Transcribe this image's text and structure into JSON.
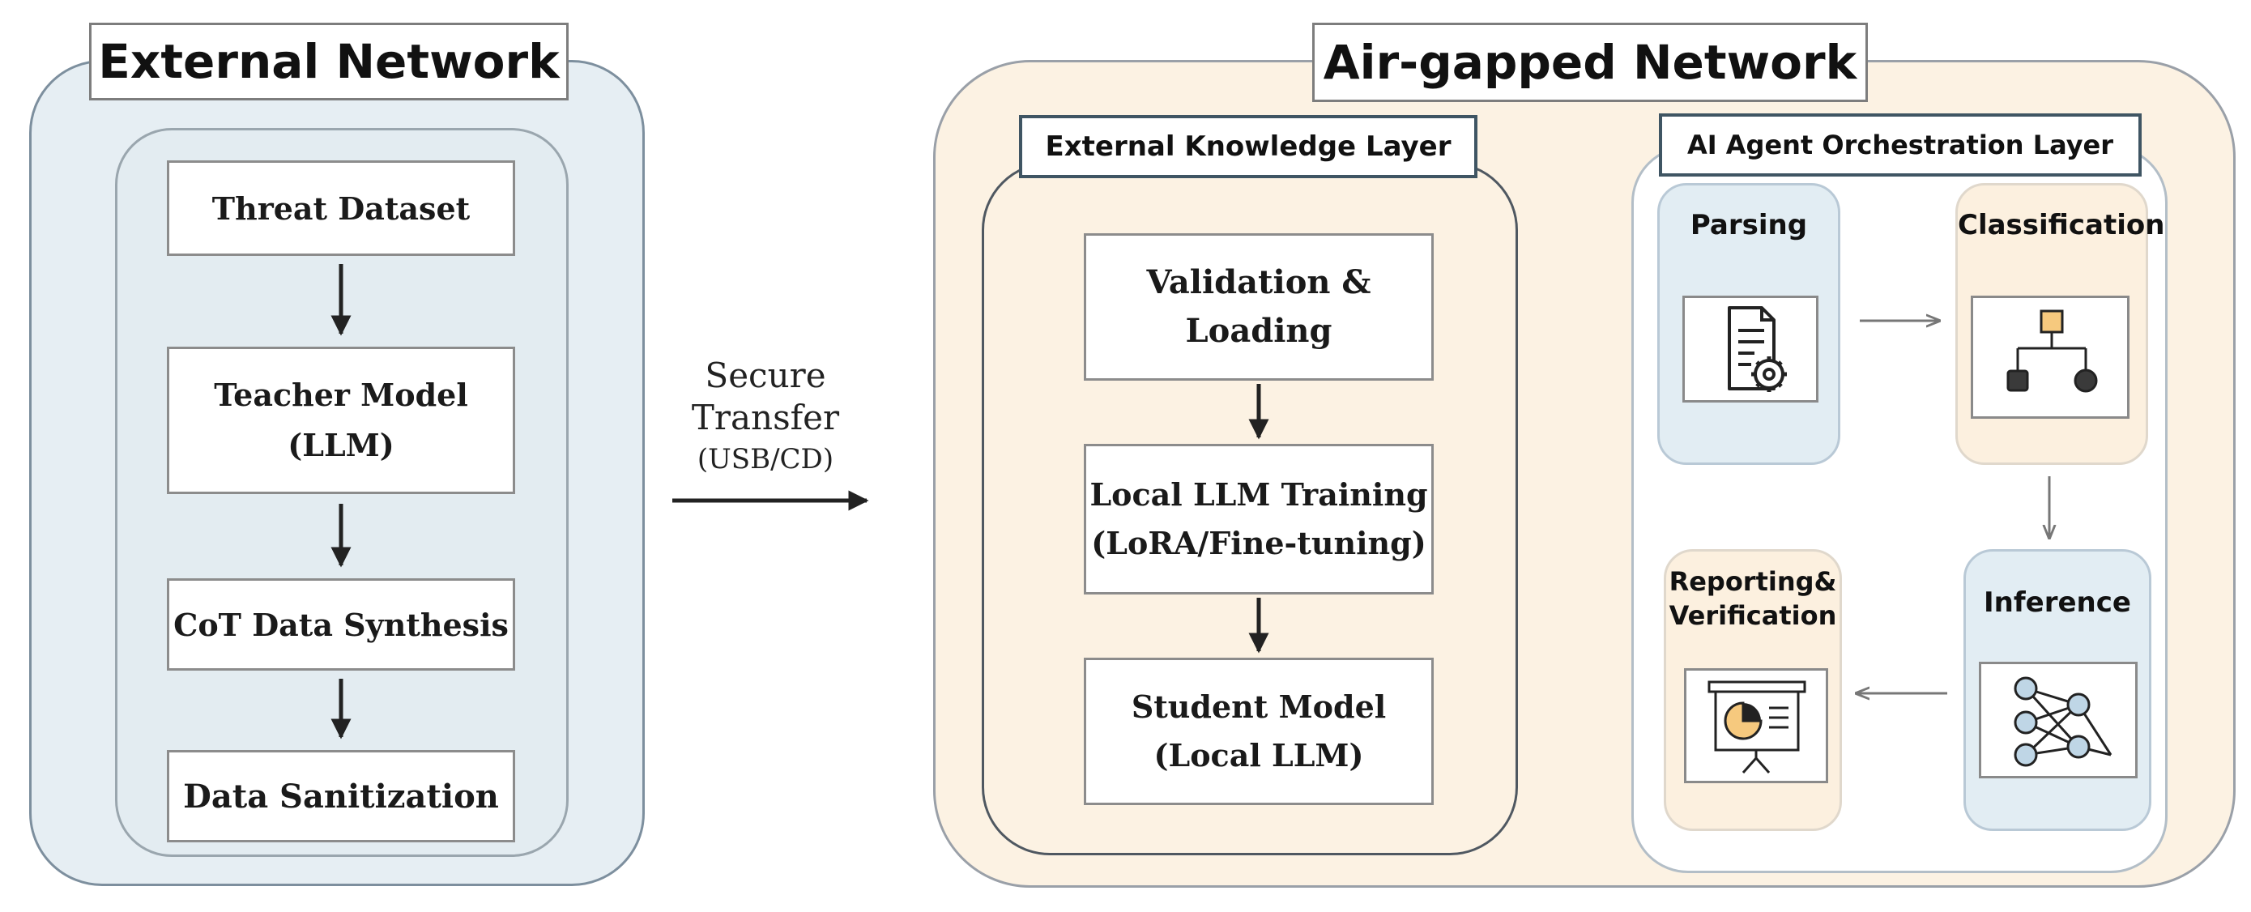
{
  "external_network": {
    "title": "External Network",
    "steps": [
      "Threat Dataset",
      "Teacher Model",
      "(LLM)",
      "CoT Data Synthesis",
      "Data Sanitization"
    ]
  },
  "transfer": {
    "line1": "Secure",
    "line2": "Transfer",
    "line3": "(USB/CD)"
  },
  "airgapped_network": {
    "title": "Air-gapped Network",
    "knowledge_layer": {
      "title": "External Knowledge Layer",
      "steps": [
        "Validation &",
        "Loading",
        "Local LLM Training",
        "(LoRA/Fine-tuning)",
        "Student Model",
        "(Local LLM)"
      ]
    },
    "orchestration_layer": {
      "title": "AI Agent Orchestration Layer",
      "agents": {
        "parsing": "Parsing",
        "classification": "Classification",
        "inference": "Inference",
        "reporting_1": "Reporting&",
        "reporting_2": "Verification"
      },
      "icons": {
        "parsing": "document-gear-icon",
        "classification": "hierarchy-icon",
        "inference": "neural-network-icon",
        "reporting": "presentation-chart-icon"
      }
    }
  },
  "colors": {
    "external_bg": "#e6eef3",
    "airgapped_bg": "#fcf2e3",
    "agent_blue": "#e2edf3",
    "agent_peach": "#fcf0df",
    "arrow": "#222222"
  }
}
